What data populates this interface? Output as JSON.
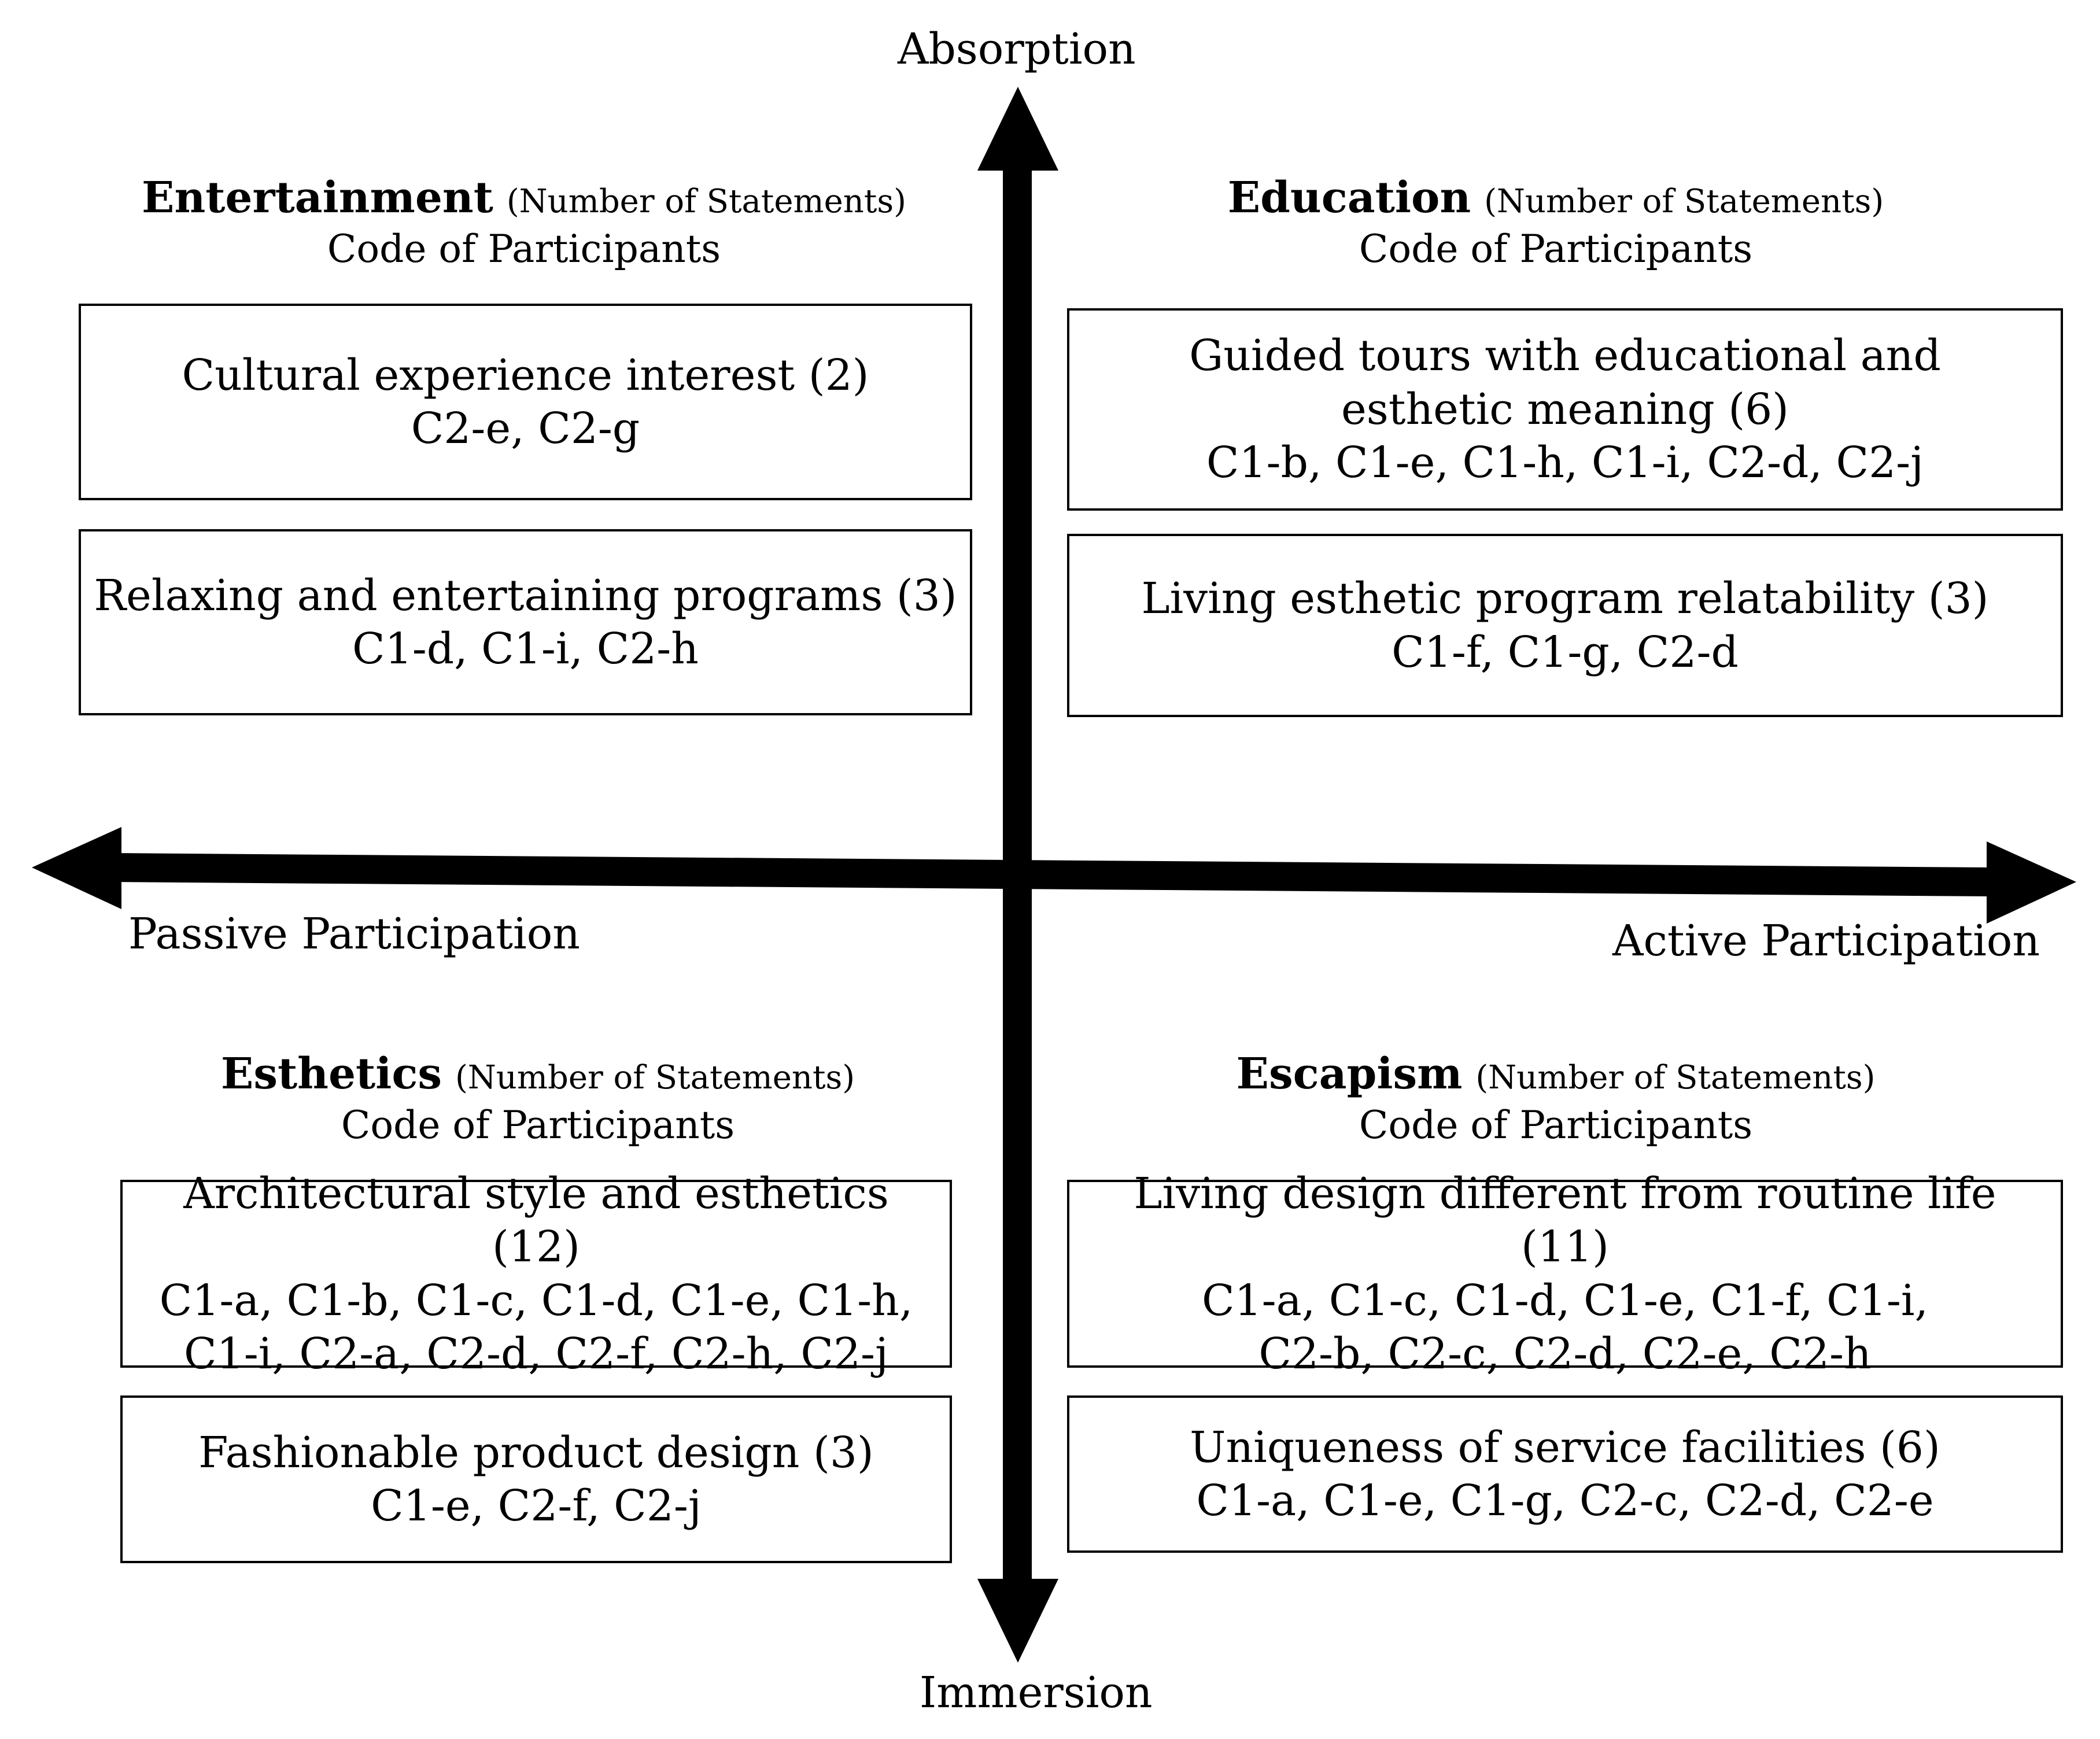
{
  "axes": {
    "top": "Absorption",
    "bottom": "Immersion",
    "left": "Passive Participation",
    "right": "Active Participation"
  },
  "header_note": "(Number of Statements)",
  "header_sub": "Code of Participants",
  "quadrants": {
    "entertainment": {
      "name": "Entertainment",
      "items": [
        {
          "title": "Cultural experience interest (2)",
          "codes": "C2-e, C2-g"
        },
        {
          "title": "Relaxing and entertaining programs (3)",
          "codes": "C1-d, C1-i, C2-h"
        }
      ]
    },
    "education": {
      "name": "Education",
      "items": [
        {
          "title": "Guided tours with educational and esthetic meaning (6)",
          "codes": "C1-b, C1-e, C1-h, C1-i, C2-d, C2-j"
        },
        {
          "title": "Living esthetic program relatability (3)",
          "codes": "C1-f, C1-g, C2-d"
        }
      ]
    },
    "esthetics": {
      "name": "Esthetics",
      "items": [
        {
          "title": "Architectural style and esthetics (12)",
          "codes": "C1-a, C1-b, C1-c, C1-d, C1-e, C1-h, C1-i, C2-a, C2-d, C2-f, C2-h, C2-j"
        },
        {
          "title": "Fashionable product design (3)",
          "codes": "C1-e, C2-f, C2-j"
        }
      ]
    },
    "escapism": {
      "name": "Escapism",
      "items": [
        {
          "title": "Living design different from routine life (11)",
          "codes": "C1-a, C1-c, C1-d, C1-e, C1-f, C1-i, C2-b, C2-c, C2-d, C2-e, C2-h"
        },
        {
          "title": "Uniqueness of service facilities (6)",
          "codes": "C1-a, C1-e, C1-g, C2-c, C2-d, C2-e"
        }
      ]
    }
  }
}
